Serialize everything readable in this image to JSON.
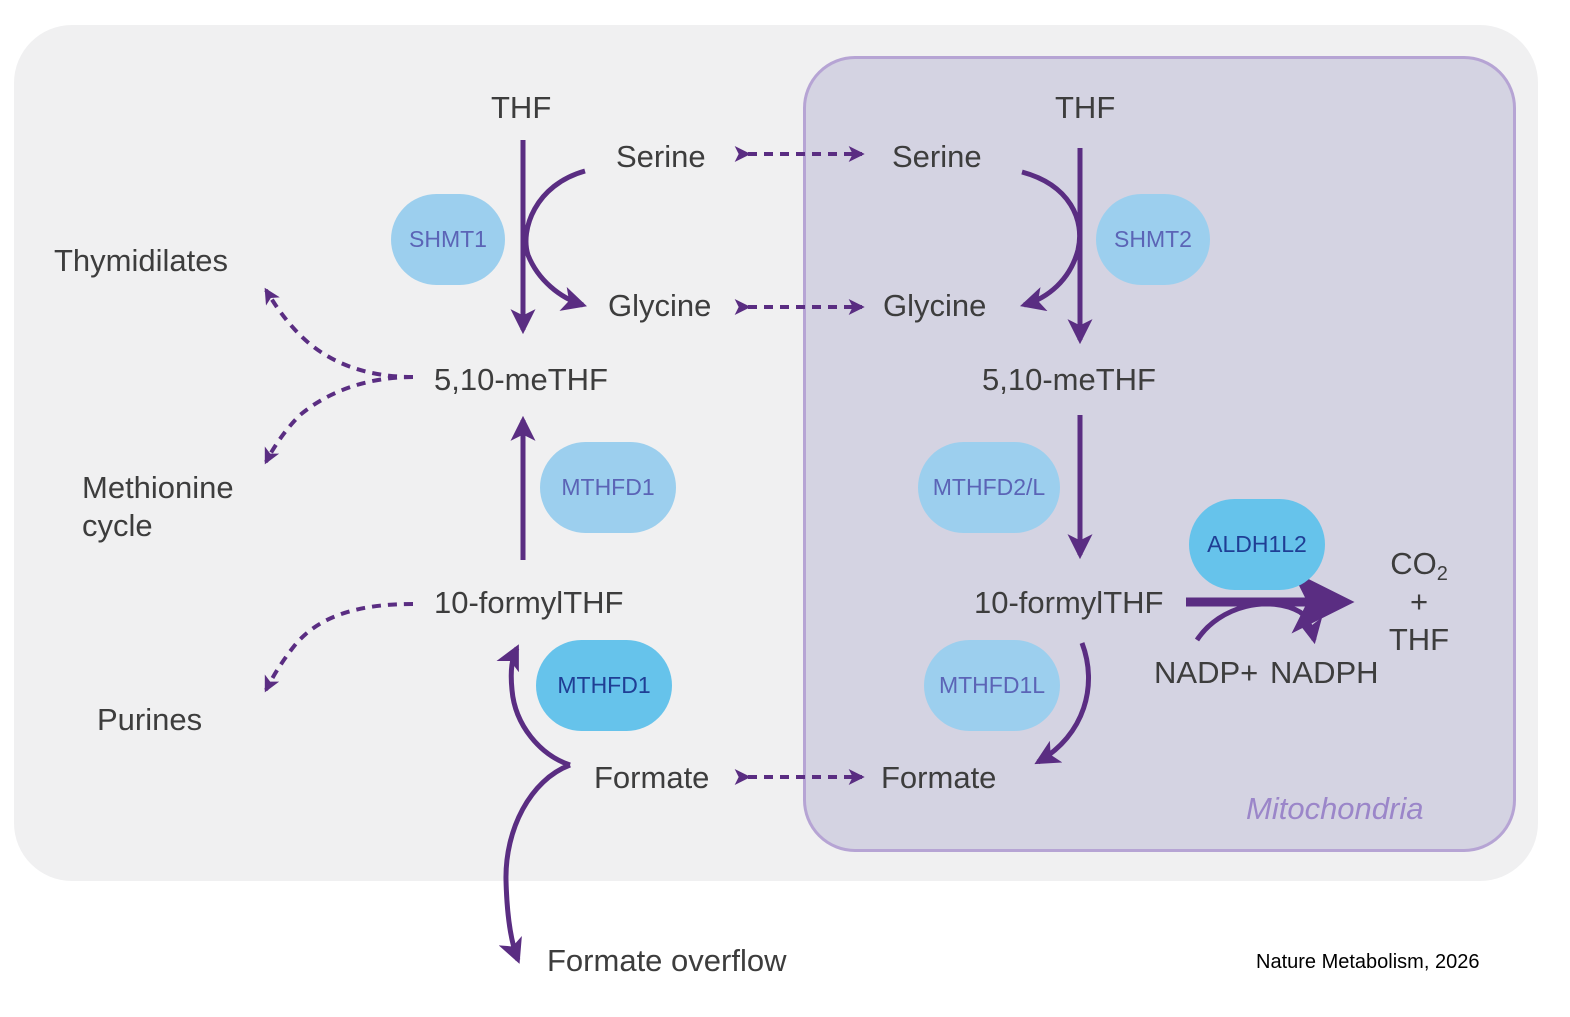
{
  "labels": {
    "thf_cyto": "THF",
    "serine_cyto": "Serine",
    "glycine_cyto": "Glycine",
    "methf_cyto": "5,10-meTHF",
    "formylthf_cyto": "10-formylTHF",
    "formate_cyto": "Formate",
    "thf_mito": "THF",
    "serine_mito": "Serine",
    "glycine_mito": "Glycine",
    "methf_mito": "5,10-meTHF",
    "formylthf_mito": "10-formylTHF",
    "formate_mito": "Formate",
    "thymidilates": "Thymidilates",
    "methionine_line1": "Methionine",
    "methionine_line2": "cycle",
    "purines": "Purines",
    "formate_overflow": "Formate overflow",
    "nadp": "NADP+",
    "nadph": "NADPH"
  },
  "co2_product": {
    "co": "CO",
    "sub": "2",
    "plus": "+",
    "thf": "THF"
  },
  "enzymes": {
    "shmt1": "SHMT1",
    "shmt2": "SHMT2",
    "mthfd1_top": "MTHFD1",
    "mthfd1_bottom": "MTHFD1",
    "mthfd2l": "MTHFD2/L",
    "mthfd1l": "MTHFD1L",
    "aldh1l2": "ALDH1L2"
  },
  "compartment": "Mitochondria",
  "citation": "Nature Metabolism, 2026",
  "colors": {
    "arrow": "#5a2d82",
    "enzyme_light": "#9ccfee",
    "enzyme_dark": "#66c3eb",
    "mito_fill": "#d4d3e2",
    "mito_border": "#b6a4d4",
    "cell_fill": "#f0f0f1"
  }
}
